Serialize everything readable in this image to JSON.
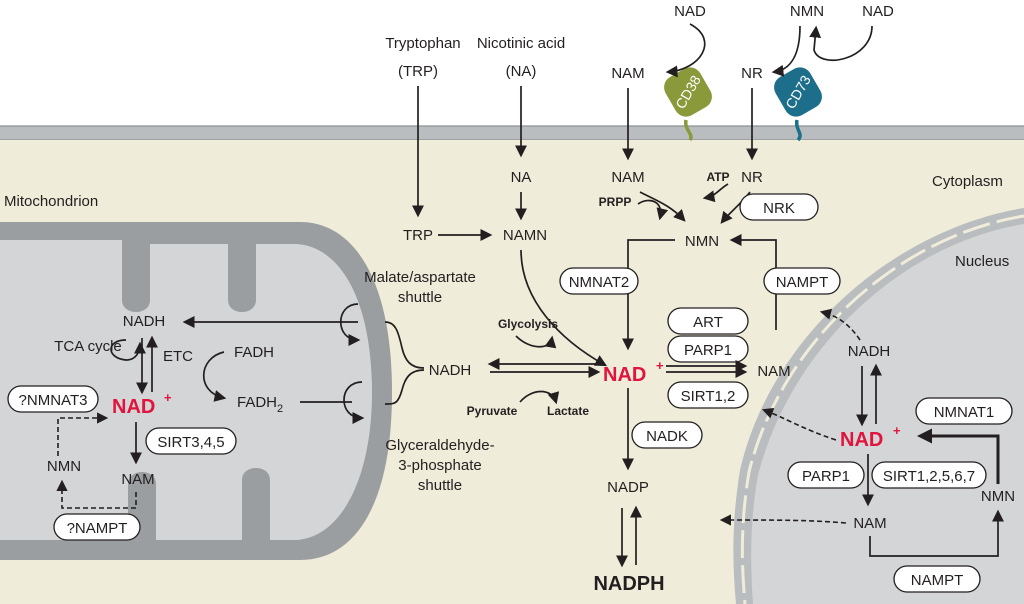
{
  "regions": {
    "mitochondrion": "Mitochondrion",
    "cytoplasm": "Cytoplasm",
    "nucleus": "Nucleus"
  },
  "metabolites": {
    "tryptophan": "Tryptophan",
    "trp_abbr": "(TRP)",
    "nicotinic_acid": "Nicotinic acid",
    "na_abbr": "(NA)",
    "na": "NA",
    "namn": "NAMN",
    "trp": "TRP",
    "nam_outside": "NAM",
    "nad_outside": "NAD",
    "nmn_outside": "NMN",
    "nad_outside2": "NAD",
    "nr_outside": "NR",
    "nam_cyto_top": "NAM",
    "nr_cyto": "NR",
    "atp": "ATP",
    "prpp": "PRPP",
    "nmn_cyto": "NMN",
    "nam_cyto_right": "NAM",
    "nadh_cyto": "NADH",
    "glycolysis": "Glycolysis",
    "pyruvate": "Pyruvate",
    "lactate": "Lactate",
    "nad_main": "NAD",
    "nadp": "NADP",
    "nadph": "NADPH",
    "mito_nadh": "NADH",
    "tca": "TCA cycle",
    "etc": "ETC",
    "fadh": "FADH",
    "fadh2": "FADH",
    "fadh2_sub": "2",
    "mito_nad": "NAD",
    "mito_nmn": "NMN",
    "mito_nam": "NAM",
    "malate_shuttle_1": "Malate/aspartate",
    "malate_shuttle_2": "shuttle",
    "g3p_shuttle_1": "Glyceraldehyde-",
    "g3p_shuttle_2": "3-phosphate",
    "g3p_shuttle_3": "shuttle",
    "nuc_nadh": "NADH",
    "nuc_nad": "NAD",
    "nuc_nam": "NAM",
    "nuc_nmn": "NMN",
    "plus": "+"
  },
  "enzymes": {
    "cd38": "CD38",
    "cd73": "CD73",
    "nrk": "NRK",
    "nmnat2": "NMNAT2",
    "nampt_cyto": "NAMPT",
    "art": "ART",
    "parp1": "PARP1",
    "sirt12": "SIRT1,2",
    "nadk": "NADK",
    "nmnat3": "?NMNAT3",
    "sirt345": "SIRT3,4,5",
    "nampt_mito": "?NAMPT",
    "nmnat1": "NMNAT1",
    "parp1_nuc": "PARP1",
    "sirt_nuc": "SIRT1,2,5,6,7",
    "nampt_nuc": "NAMPT"
  },
  "colors": {
    "nad": "#e0143c",
    "cd38": "#8a9a3b",
    "cd73": "#1d6e8a",
    "cytoplasm": "#efecd9",
    "membrane": "#b9bdbf",
    "organelle": "#d3d5d6",
    "organelle_wall": "#9b9ea0"
  }
}
